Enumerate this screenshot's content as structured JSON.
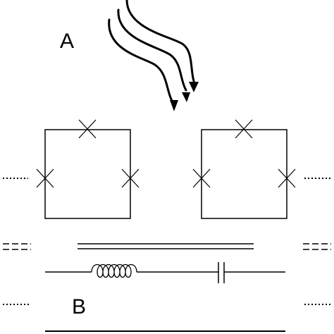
{
  "labels": {
    "panel_a": "A",
    "panel_b": "B"
  },
  "colors": {
    "stroke": "#000000",
    "background": "#ffffff"
  },
  "panel_a": {
    "incident_arrows": 3,
    "loops": [
      {
        "junctions": 3
      },
      {
        "junctions": 3
      }
    ],
    "continuation_marks": [
      "left-dotted",
      "right-dotted"
    ]
  },
  "panel_b": {
    "elements": [
      "transmission-line",
      "inductor",
      "capacitor",
      "ground-line"
    ],
    "continuation_marks": [
      "left-dashed",
      "right-dashed",
      "left-dotted",
      "right-dotted"
    ]
  }
}
